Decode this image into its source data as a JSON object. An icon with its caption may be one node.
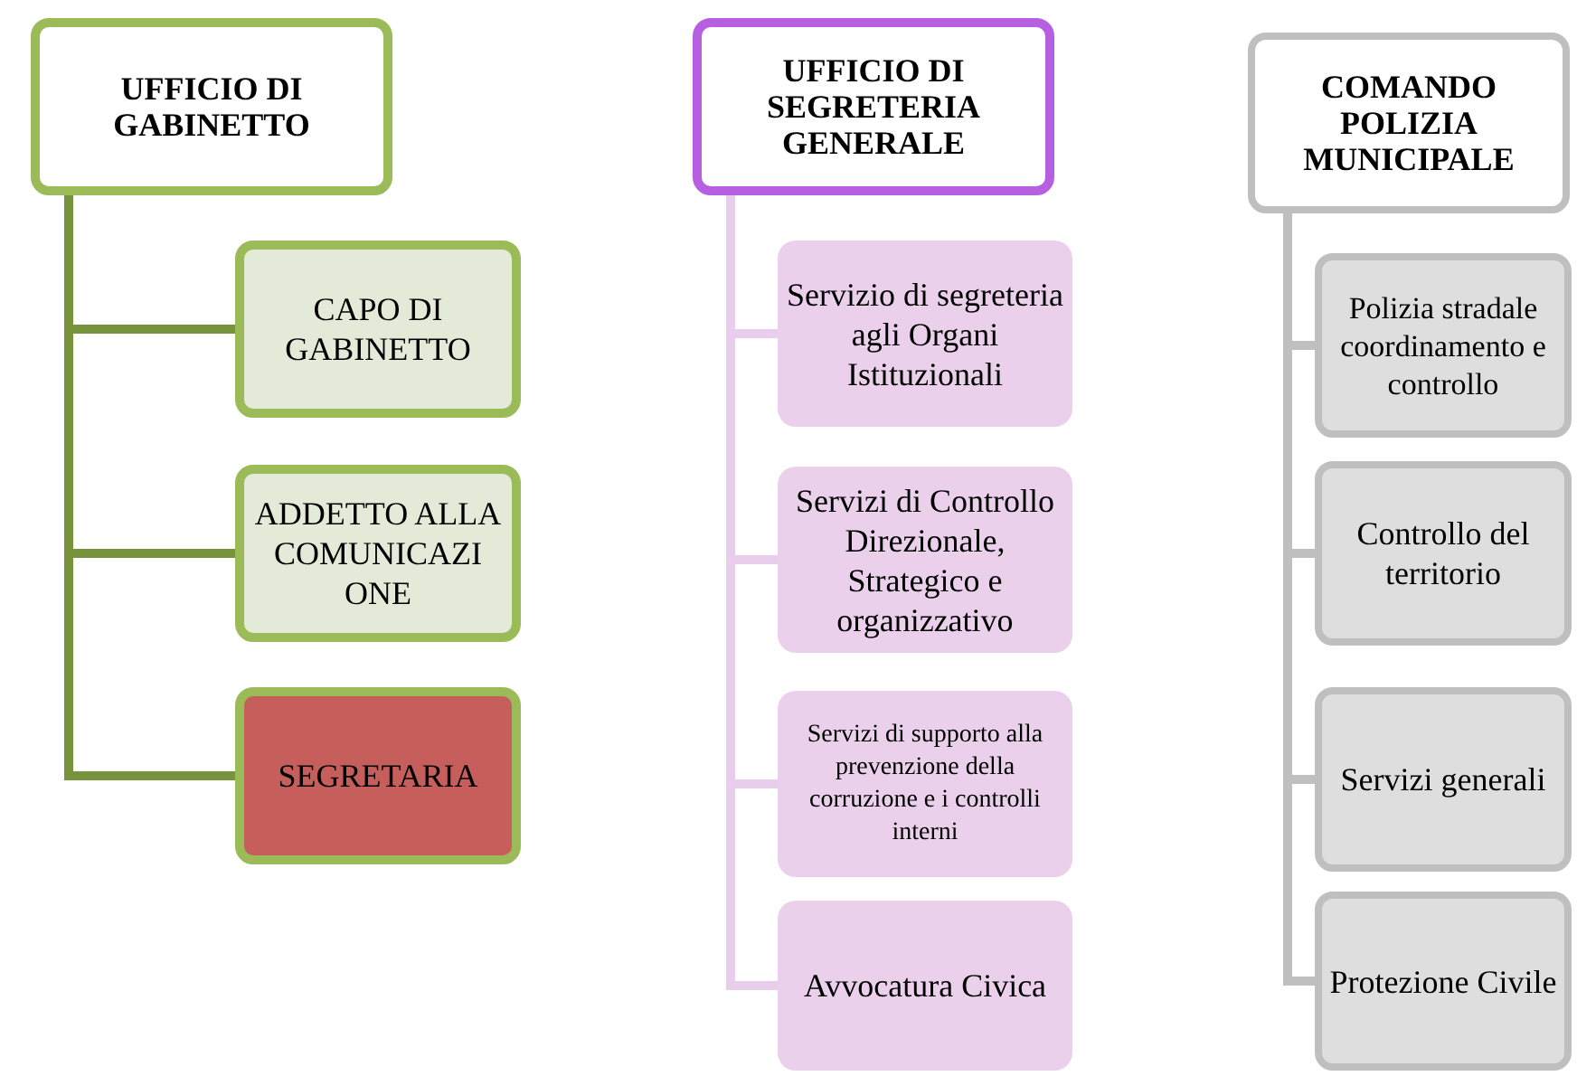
{
  "diagram": {
    "nodes": [
      {
        "text": [
          "UFFICIO DI GABINETTO"
        ]
      },
      {
        "text": [
          "CAPO DI GABINETTO"
        ]
      },
      {
        "text": [
          "ADDETTO ALLA COMUNICAZI ONE"
        ]
      },
      {
        "text": [
          "SEGRETARIA"
        ]
      },
      {
        "text": [
          "UFFICIO DI SEGRETERIA GENERALE"
        ]
      },
      {
        "text": [
          "Servizio di segreteria agli Organi Istituzionali"
        ]
      },
      {
        "text": [
          "Servizi di Controllo Direzionale, Strategico e organizzativo"
        ]
      },
      {
        "text": [
          "Servizi di supporto alla prevenzione della corruzione e i controlli interni"
        ]
      },
      {
        "text": [
          "Avvocatura Civica"
        ]
      },
      {
        "text": [
          "COMANDO POLIZIA MUNICIPALE"
        ]
      },
      {
        "text": [
          "Polizia stradale coordinamento e controllo"
        ]
      },
      {
        "text": [
          "Controllo del territorio"
        ]
      },
      {
        "text": [
          "Servizi generali"
        ]
      },
      {
        "text": [
          "Protezione Civile"
        ]
      }
    ],
    "edges": [
      {
        "from": 0,
        "to": 1,
        "arrow": "none",
        "color": "#77933c"
      },
      {
        "from": 0,
        "to": 2,
        "arrow": "none",
        "color": "#77933c"
      },
      {
        "from": 0,
        "to": 3,
        "arrow": "none",
        "color": "#77933c"
      },
      {
        "from": 4,
        "to": 5,
        "arrow": "none",
        "color": "#e8cdec"
      },
      {
        "from": 4,
        "to": 6,
        "arrow": "none",
        "color": "#e8cdec"
      },
      {
        "from": 4,
        "to": 7,
        "arrow": "none",
        "color": "#e8cdec"
      },
      {
        "from": 4,
        "to": 8,
        "arrow": "none",
        "color": "#e8cdec"
      },
      {
        "from": 9,
        "to": 10,
        "arrow": "none",
        "color": "#bfbfbf"
      },
      {
        "from": 9,
        "to": 11,
        "arrow": "none",
        "color": "#bfbfbf"
      },
      {
        "from": 9,
        "to": 12,
        "arrow": "none",
        "color": "#bfbfbf"
      },
      {
        "from": 9,
        "to": 13,
        "arrow": "none",
        "color": "#bfbfbf"
      }
    ]
  }
}
